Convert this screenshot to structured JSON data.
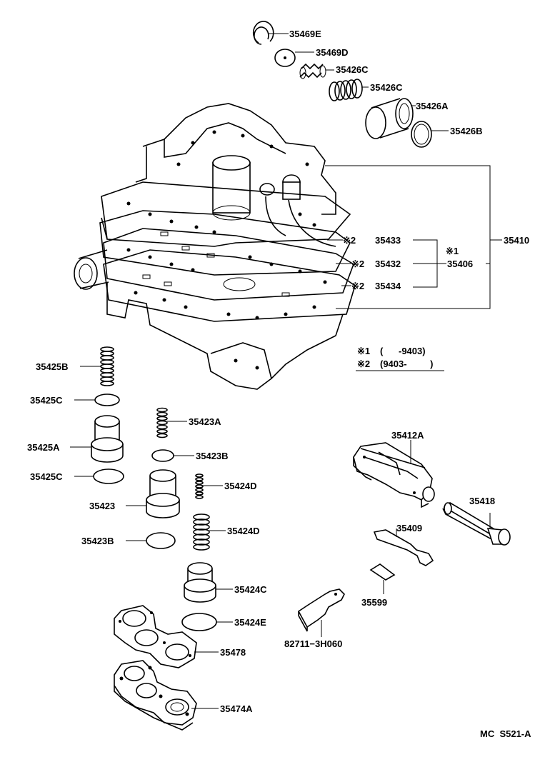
{
  "labels": {
    "p35469E": "35469E",
    "p35469D": "35469D",
    "p35426C_1": "35426C",
    "p35426C_2": "35426C",
    "p35426A": "35426A",
    "p35426B": "35426B",
    "p35410": "35410",
    "p35433": "35433",
    "p35432": "35432",
    "p35434": "35434",
    "p35406": "35406",
    "p35425B": "35425B",
    "p35425C_1": "35425C",
    "p35425A": "35425A",
    "p35425C_2": "35425C",
    "p35423A": "35423A",
    "p35423B_1": "35423B",
    "p35424D_1": "35424D",
    "p35423": "35423",
    "p35424D_2": "35424D",
    "p35423B_2": "35423B",
    "p35424C": "35424C",
    "p35424E": "35424E",
    "p35478": "35478",
    "p35474A": "35474A",
    "p35412A": "35412A",
    "p35418": "35418",
    "p35409": "35409",
    "p35599": "35599",
    "p82711": "82711−3H060"
  },
  "marks": {
    "m2_a": "※2",
    "m2_b": "※2",
    "m2_c": "※2",
    "m1": "※1"
  },
  "notes": {
    "note1_mark": "※1",
    "note1_text": "(      -9403)",
    "note2_mark": "※2",
    "note2_text": "(9403-         )"
  },
  "footer": {
    "code": "MC  S521-A"
  }
}
